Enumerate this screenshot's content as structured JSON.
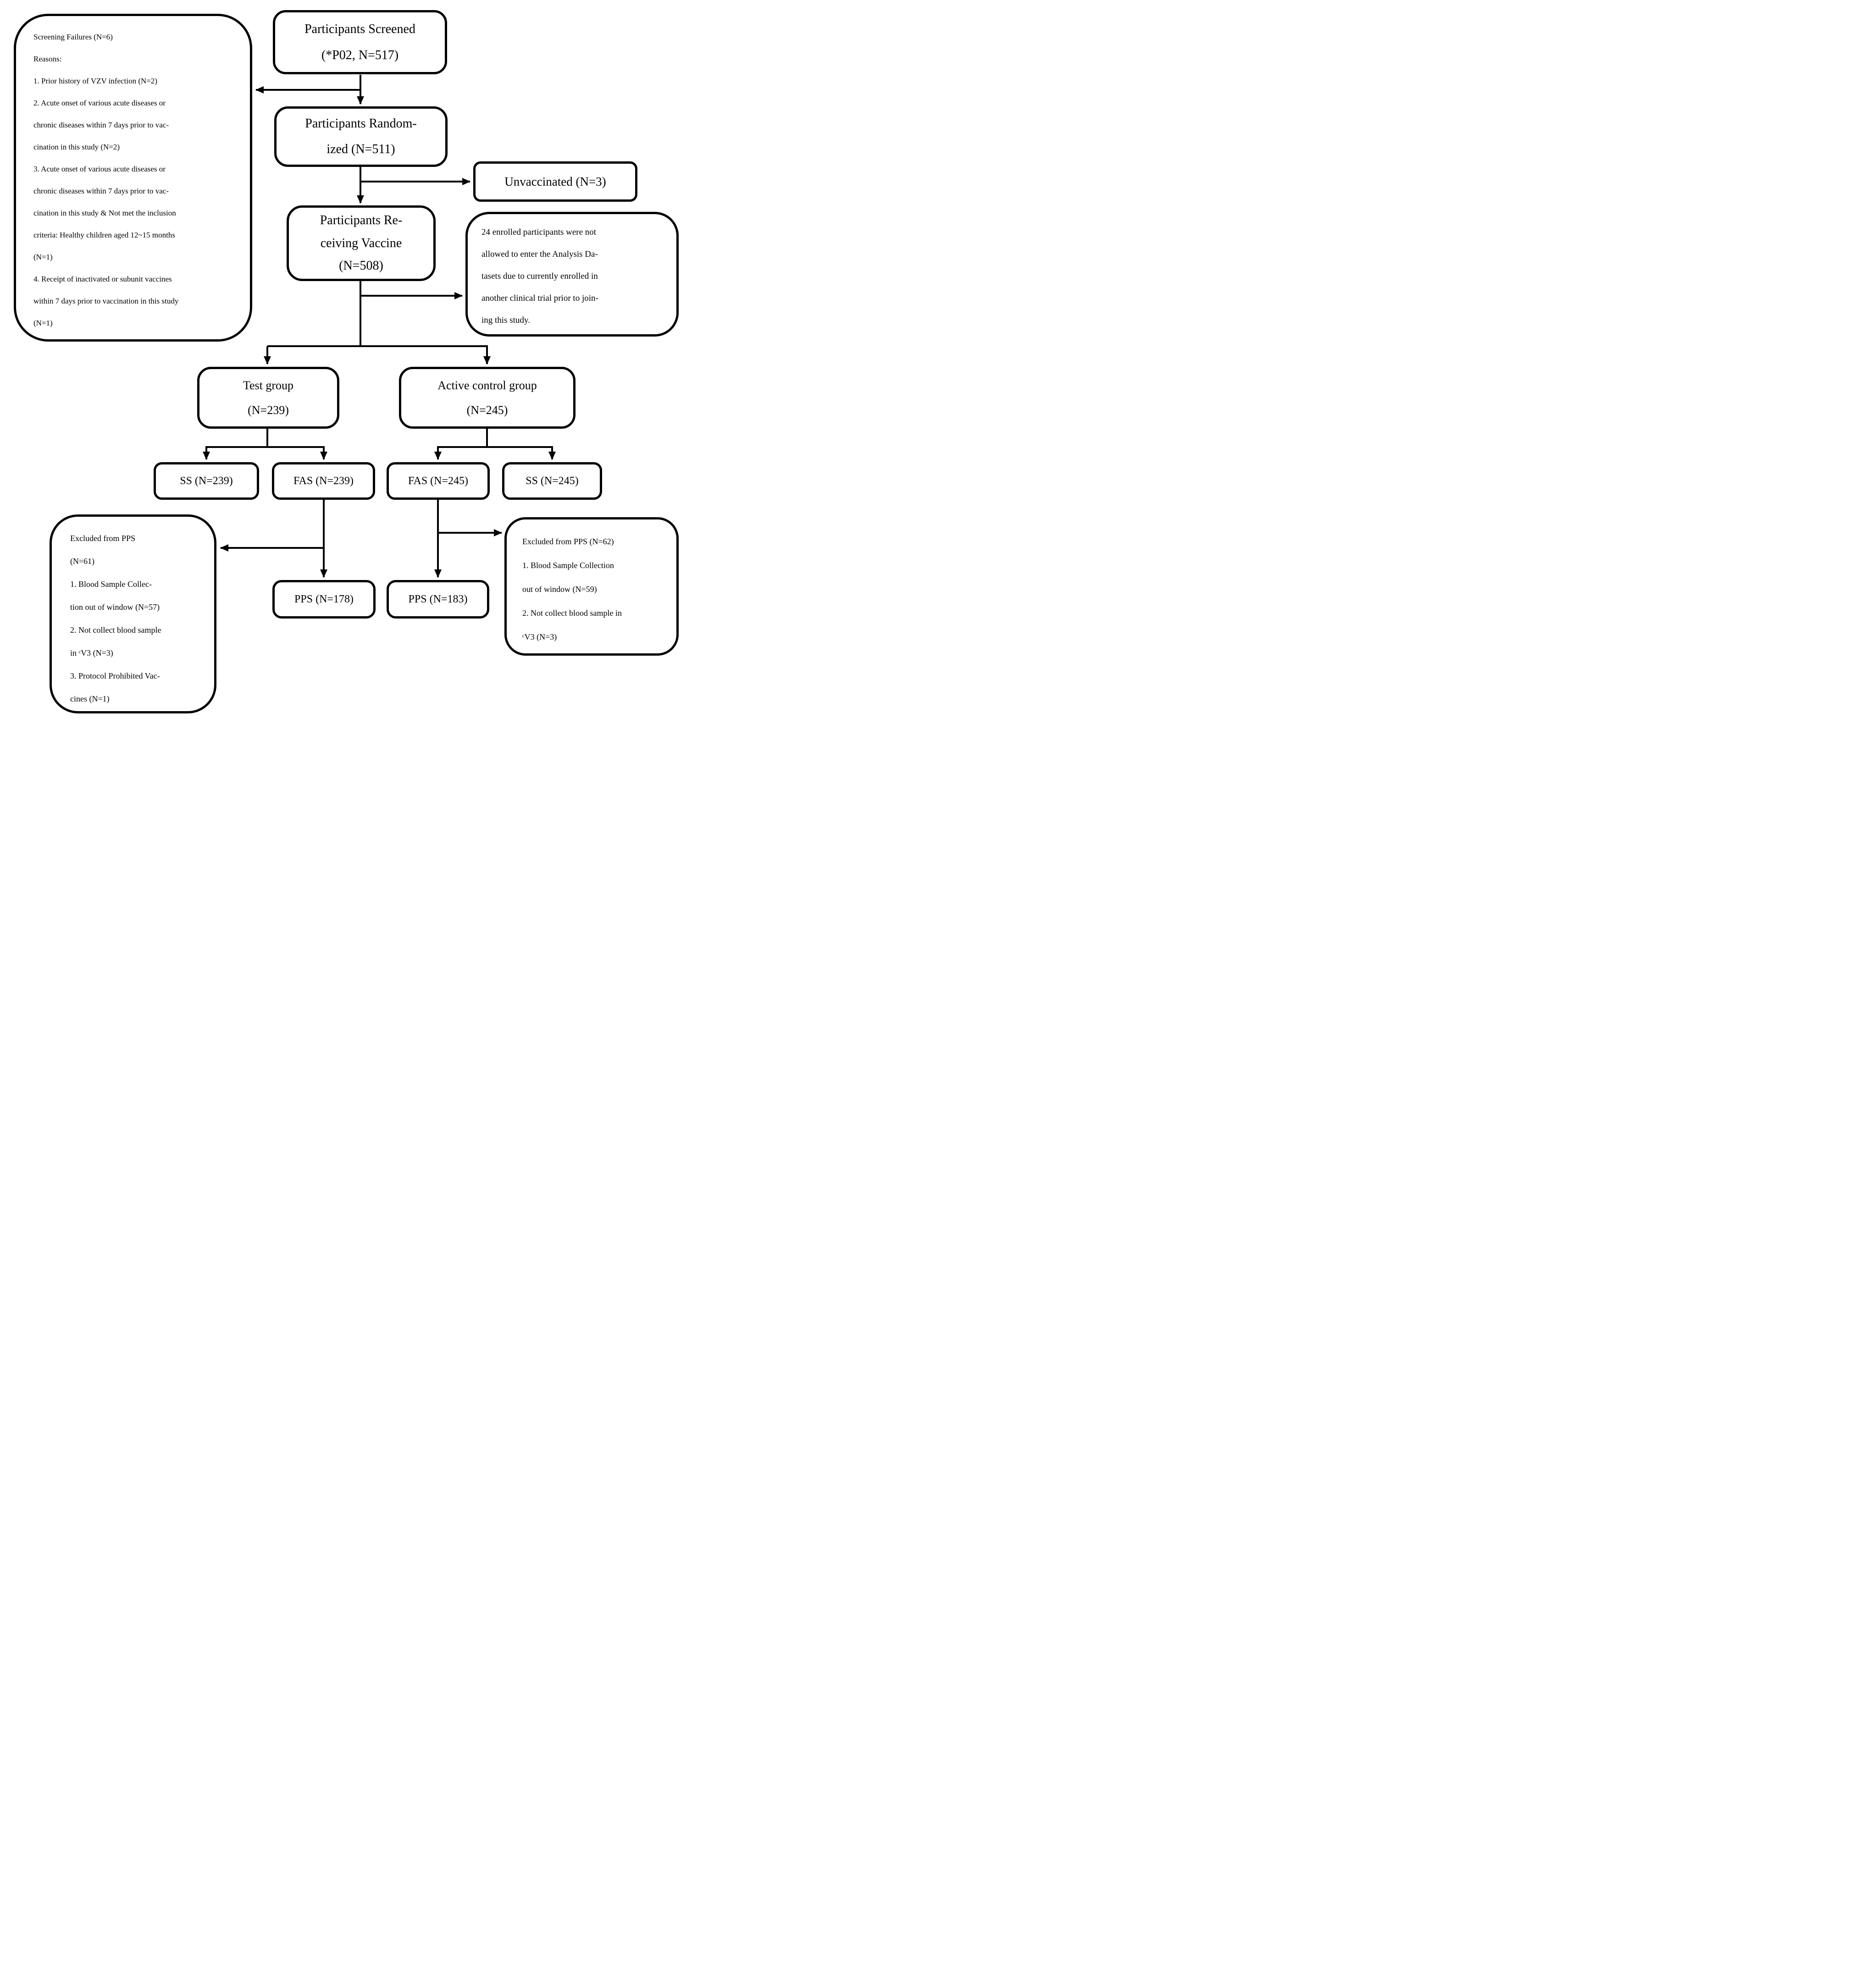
{
  "diagram": {
    "colors": {
      "line": "#000000",
      "background": "#ffffff",
      "text": "#000000"
    },
    "boxes": {
      "participants_screened": {
        "line1": "Participants Screened",
        "line2": "(*P02, N=517)"
      },
      "screening_failures": {
        "lines": [
          "Screening Failures (N=6)",
          "Reasons:",
          "1. Prior history of VZV infection (N=2)",
          "2. Acute onset of various acute diseases or",
          "chronic diseases within 7 days prior to vac-",
          "cination in this study (N=2)",
          "3. Acute onset of various acute diseases or",
          "chronic diseases within 7 days prior to vac-",
          "cination in this study & Not met the inclusion",
          "criteria: Healthy children aged 12~15 months",
          "(N=1)",
          "4. Receipt of inactivated or subunit vaccines",
          "within 7 days prior to vaccination in this study",
          "(N=1)"
        ]
      },
      "participants_randomized": {
        "line1": "Participants Random-",
        "line2": "ized (N=511)"
      },
      "unvaccinated": {
        "label": "Unvaccinated (N=3)"
      },
      "participants_receiving_vaccine": {
        "line1": "Participants Re-",
        "line2": "ceiving Vaccine",
        "line3": "(N=508)"
      },
      "not_in_analysis": {
        "lines": [
          "24 enrolled participants were not",
          "allowed to enter the Analysis Da-",
          "tasets due to currently enrolled in",
          "another clinical trial prior to join-",
          "ing this study."
        ]
      },
      "test_group": {
        "line1": "Test group",
        "line2": "(N=239)"
      },
      "active_control_group": {
        "line1": "Active control group",
        "line2": "(N=245)"
      },
      "ss_test": {
        "label": "SS (N=239)"
      },
      "fas_test": {
        "label": "FAS (N=239)"
      },
      "fas_control": {
        "label": "FAS (N=245)"
      },
      "ss_control": {
        "label": "SS (N=245)"
      },
      "excluded_pps_test": {
        "lines": [
          "Excluded from PPS",
          "(N=61)",
          "1. Blood Sample Collec-",
          "tion out of window (N=57)",
          "2. Not collect blood sample",
          "in ᶜV3 (N=3)",
          "3. Protocol Prohibited Vac-",
          "cines (N=1)"
        ]
      },
      "pps_test": {
        "label": "PPS (N=178)"
      },
      "pps_control": {
        "label": "PPS (N=183)"
      },
      "excluded_pps_control": {
        "lines": [
          "Excluded from PPS (N=62)",
          "1. Blood Sample Collection",
          "out of window (N=59)",
          "2. Not collect blood sample in",
          "ᶜV3 (N=3)"
        ]
      }
    }
  }
}
